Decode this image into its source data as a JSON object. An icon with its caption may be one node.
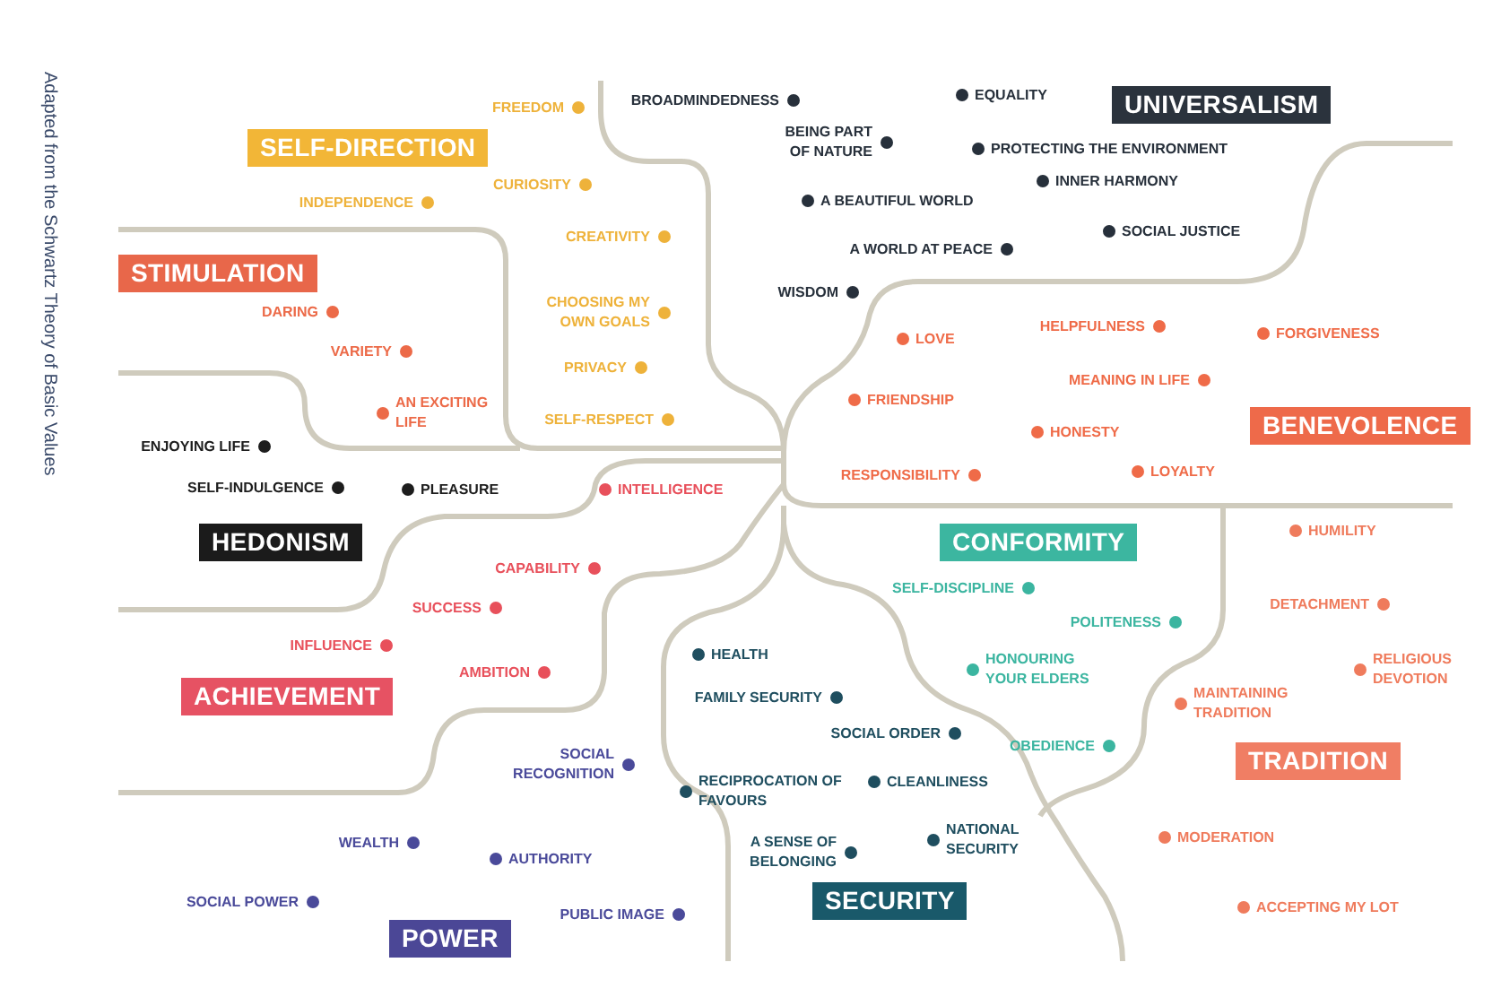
{
  "diagram": {
    "nodes": [
      {
        "text": [
          "SELF-DIRECTION"
        ]
      },
      {
        "text": [
          "UNIVERSALISM"
        ]
      },
      {
        "text": [
          "STIMULATION"
        ]
      },
      {
        "text": [
          "BENEVOLENCE"
        ]
      },
      {
        "text": [
          "HEDONISM"
        ]
      },
      {
        "text": [
          "CONFORMITY"
        ]
      },
      {
        "text": [
          "ACHIEVEMENT"
        ]
      },
      {
        "text": [
          "TRADITION"
        ]
      },
      {
        "text": [
          "SECURITY"
        ]
      },
      {
        "text": [
          "POWER"
        ]
      }
    ],
    "labels": [
      "Adapted from the Schwartz Theory of Basic Values",
      "FREEDOM",
      "CURIOSITY",
      "INDEPENDENCE",
      "CREATIVITY",
      "CHOOSING MY OWN GOALS",
      "PRIVACY",
      "SELF-RESPECT",
      "DARING",
      "VARIETY",
      "AN EXCITING LIFE",
      "ENJOYING LIFE",
      "SELF-INDULGENCE",
      "PLEASURE",
      "INTELLIGENCE",
      "CAPABILITY",
      "SUCCESS",
      "INFLUENCE",
      "AMBITION",
      "SOCIAL RECOGNITION",
      "WEALTH",
      "AUTHORITY",
      "SOCIAL POWER",
      "PUBLIC IMAGE",
      "HEALTH",
      "FAMILY SECURITY",
      "SOCIAL ORDER",
      "RECIPROCATION OF FAVOURS",
      "CLEANLINESS",
      "A SENSE OF BELONGING",
      "NATIONAL SECURITY",
      "BROADMINDEDNESS",
      "EQUALITY",
      "BEING PART OF NATURE",
      "PROTECTING THE ENVIRONMENT",
      "INNER HARMONY",
      "A BEAUTIFUL WORLD",
      "SOCIAL JUSTICE",
      "A WORLD AT PEACE",
      "WISDOM",
      "LOVE",
      "HELPFULNESS",
      "FORGIVENESS",
      "MEANING IN LIFE",
      "FRIENDSHIP",
      "HONESTY",
      "RESPONSIBILITY",
      "LOYALTY",
      "SELF-DISCIPLINE",
      "POLITENESS",
      "HONOURING YOUR ELDERS",
      "OBEDIENCE",
      "HUMILITY",
      "DETACHMENT",
      "RELIGIOUS DEVOTION",
      "MAINTAINING TRADITION",
      "MODERATION",
      "ACCEPTING MY LOT"
    ]
  }
}
